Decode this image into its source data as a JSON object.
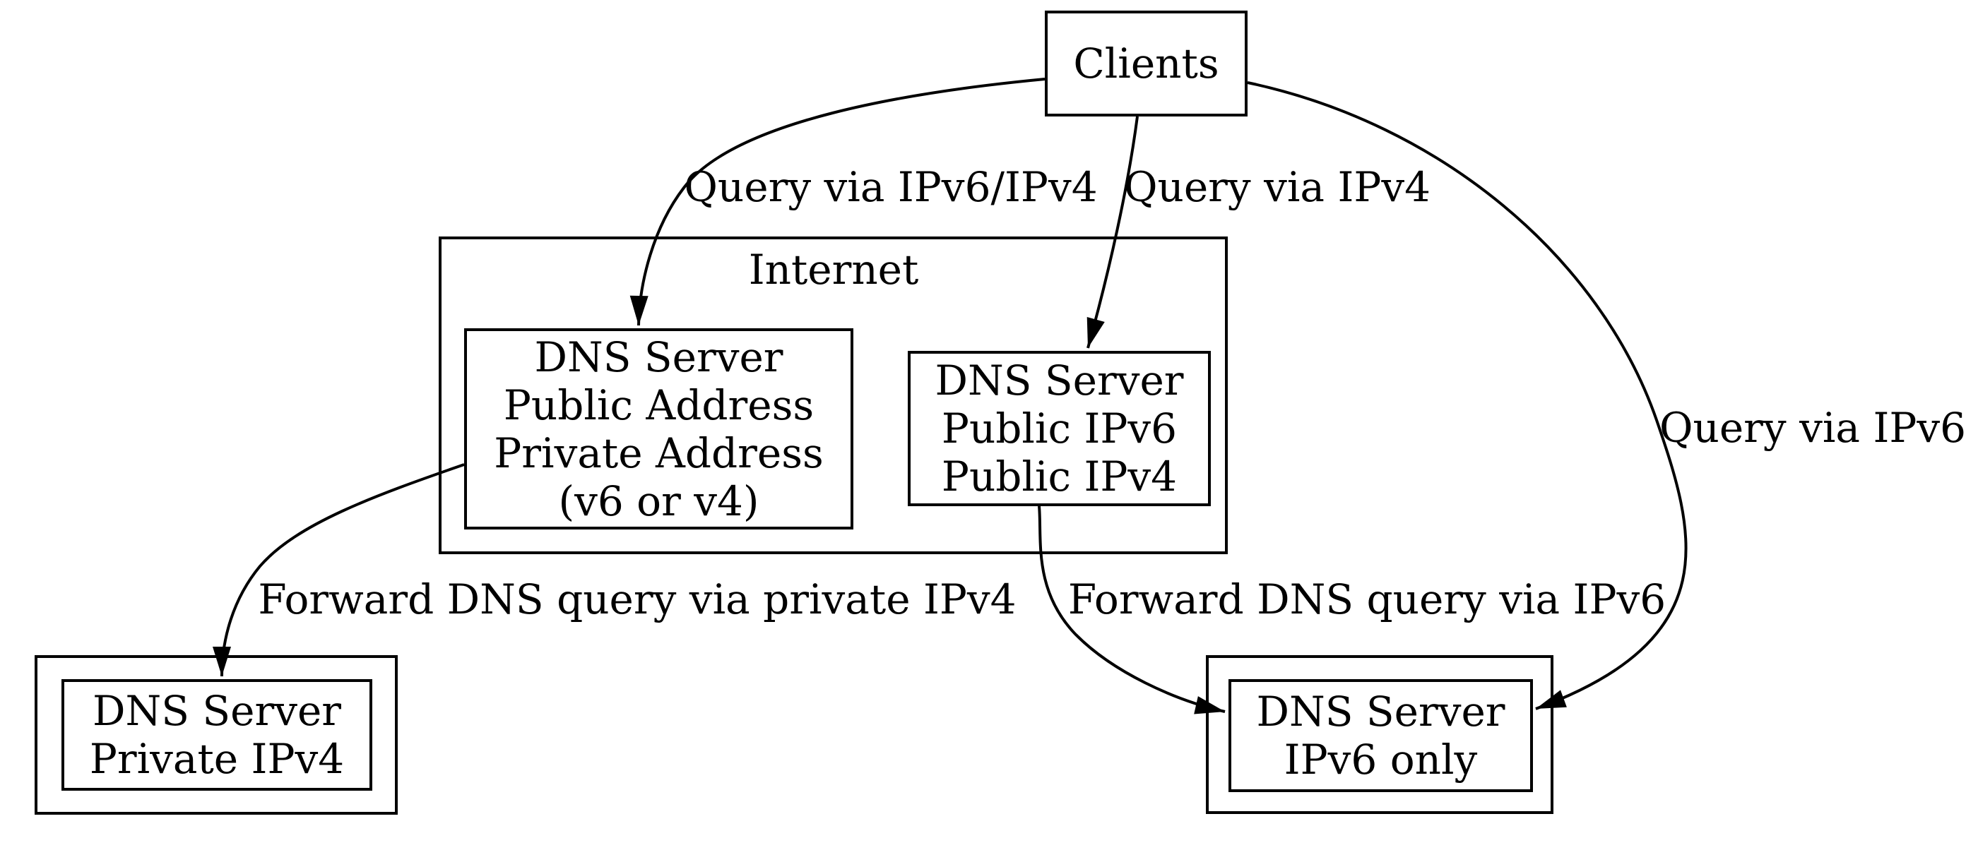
{
  "canvas": {
    "background": "#ffffff",
    "line_color": "#000000"
  },
  "cluster": {
    "label": "Internet"
  },
  "nodes": {
    "clients": {
      "label": "Clients"
    },
    "public_private": {
      "lines": [
        "DNS Server",
        "Public Address",
        "Private Address",
        "(v6 or v4)"
      ]
    },
    "public_v6_v4": {
      "lines": [
        "DNS Server",
        "Public IPv6",
        "Public IPv4"
      ]
    },
    "private_v4": {
      "lines": [
        "DNS Server",
        "Private IPv4"
      ]
    },
    "v6_only": {
      "lines": [
        "DNS Server",
        "IPv6 only"
      ]
    }
  },
  "edge_labels": {
    "query_v6_v4": "Query via IPv6/IPv4",
    "query_v4": "Query via IPv4",
    "query_v6": "Query via IPv6",
    "forward_private_v4": "Forward DNS query via private IPv4",
    "forward_v6": "Forward DNS query via IPv6"
  }
}
